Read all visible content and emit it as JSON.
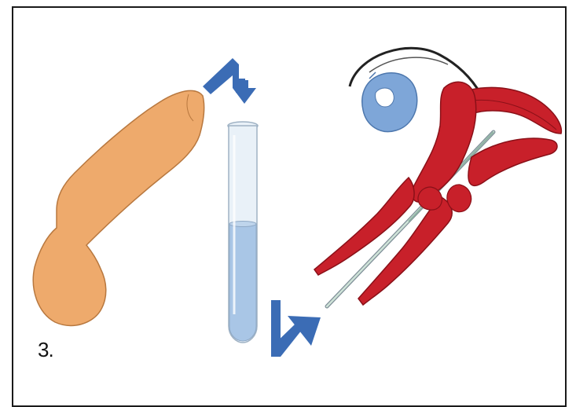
{
  "step": {
    "label": "3."
  },
  "colors": {
    "skin": "#eeaa6c",
    "skin_outline": "#b8783f",
    "arrow": "#3b6cb5",
    "tube_liquid": "#a9c6e6",
    "tube_glass": "#e9f1f8",
    "tissue_red": "#c8202a",
    "tissue_dark": "#8a1018",
    "ovary_blue": "#7ea6d8",
    "catheter": "#8fb3a3",
    "frame": "#1a1a1a"
  },
  "icons": [
    "penis-illustration",
    "curved-arrow-down-icon",
    "test-tube-icon",
    "curved-arrow-up-right-icon",
    "uterus-illustration",
    "ovary-icon",
    "catheter-icon"
  ]
}
